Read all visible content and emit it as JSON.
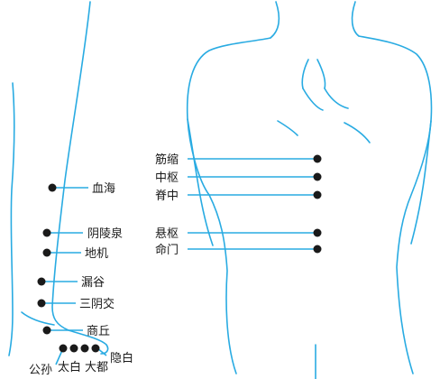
{
  "leg_points": [
    {
      "key": "xuehai",
      "label": "血海"
    },
    {
      "key": "yinlingquan",
      "label": "阴陵泉"
    },
    {
      "key": "diji",
      "label": "地机"
    },
    {
      "key": "lougu",
      "label": "漏谷"
    },
    {
      "key": "sanyinjiao",
      "label": "三阴交"
    },
    {
      "key": "shangqiu",
      "label": "商丘"
    },
    {
      "key": "yinbai",
      "label": "隐白"
    },
    {
      "key": "gongsun",
      "label": "公孙"
    },
    {
      "key": "taibai",
      "label": "太白"
    },
    {
      "key": "dadu",
      "label": "大都"
    }
  ],
  "back_points": [
    {
      "key": "jinsuo",
      "label": "筋缩"
    },
    {
      "key": "zhongshu",
      "label": "中枢"
    },
    {
      "key": "jizhong",
      "label": "脊中"
    },
    {
      "key": "xuanshu",
      "label": "悬枢"
    },
    {
      "key": "mingmen",
      "label": "命门"
    }
  ],
  "colors": {
    "outline": "#29abe2",
    "dot": "#1a1a1a",
    "text": "#1a1a1a"
  }
}
